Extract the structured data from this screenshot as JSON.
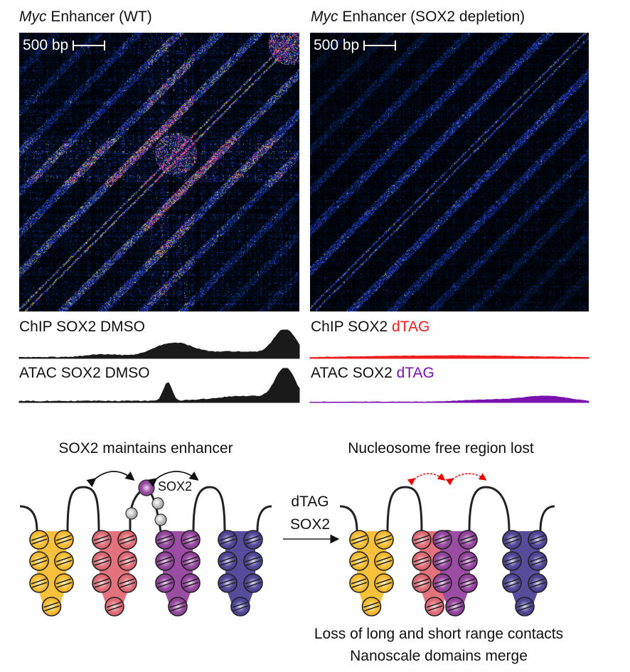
{
  "panels": [
    {
      "title_italic": "Myc",
      "title_rest": " Enhancer (WT)",
      "scale": "500 bp",
      "chip_label": "ChIP SOX2 ",
      "chip_cond": "DMSO",
      "atac_label": "ATAC SOX2 ",
      "atac_cond": "DMSO"
    },
    {
      "title_italic": "Myc",
      "title_rest": " Enhancer (SOX2 depletion)",
      "scale": "500 bp",
      "chip_label": "ChIP SOX2 ",
      "chip_cond": "dTAG",
      "atac_label": "ATAC SOX2 ",
      "atac_cond": "dTAG"
    }
  ],
  "diagram": {
    "left_title": "SOX2 maintains enhancer",
    "right_title": "Nucleosome free region lost",
    "sox2_label": "SOX2",
    "arrow_label_1": "dTAG",
    "arrow_label_2": "SOX2",
    "caption_1": "Loss of long and short range contacts",
    "caption_2": "Nanoscale domains merge"
  },
  "colors": {
    "yellow": "#f8c13a",
    "red": "#e2737c",
    "purple": "#9a4da3",
    "blue": "#574c9c",
    "chip_dtag": "#ee1c1c",
    "atac_dtag": "#7a12b0"
  }
}
